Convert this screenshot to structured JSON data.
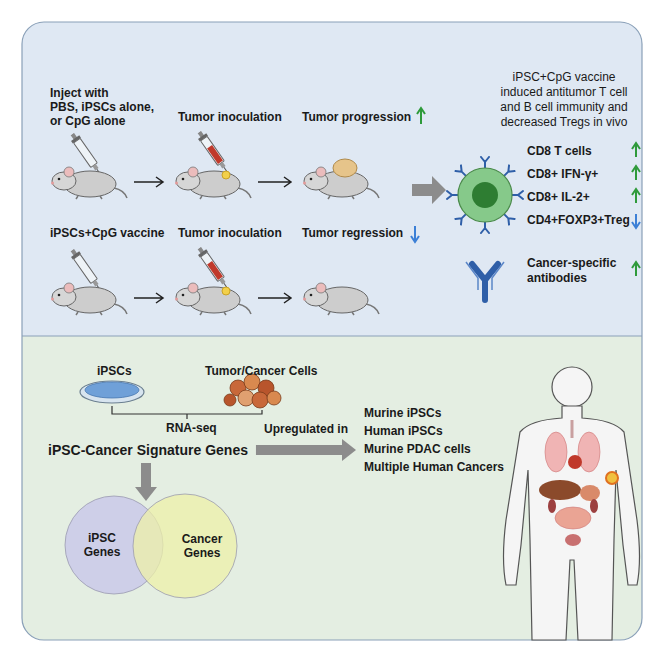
{
  "diagram": {
    "nodes": [
      {
        "text": [
          "iPSC-Cancer Signature Genes"
        ]
      },
      {
        "text": [
          "Murine iPSCs",
          "Human iPSCs",
          "Murine PDAC cells",
          "Multiple Human Cancers"
        ]
      },
      {
        "text": [
          "iPSC Genes"
        ]
      },
      {
        "text": [
          "Cancer Genes"
        ]
      }
    ],
    "edges": [
      {
        "from": 0,
        "to": 1,
        "label": "Upregulated in",
        "arrow": "to"
      },
      {
        "from": 0,
        "to": 2,
        "arrow": "to"
      }
    ],
    "labels": [
      "Inject with",
      "PBS, iPSCs alone,",
      "or CpG alone",
      "Tumor inoculation",
      "Tumor progression",
      "iPSCs+CpG vaccine",
      "Tumor inoculation",
      "Tumor regression",
      "iPSC+CpG vaccine induced antitumor T cell and B cell immunity and decreased Tregs in vivo",
      "CD8 T cells",
      "CD8+ IFN-γ+",
      "CD8+ IL-2+",
      "CD4+FOXP3+Treg",
      "Cancer-specific antibodies",
      "iPSCs",
      "Tumor/Cancer Cells",
      "RNA-seq"
    ]
  }
}
